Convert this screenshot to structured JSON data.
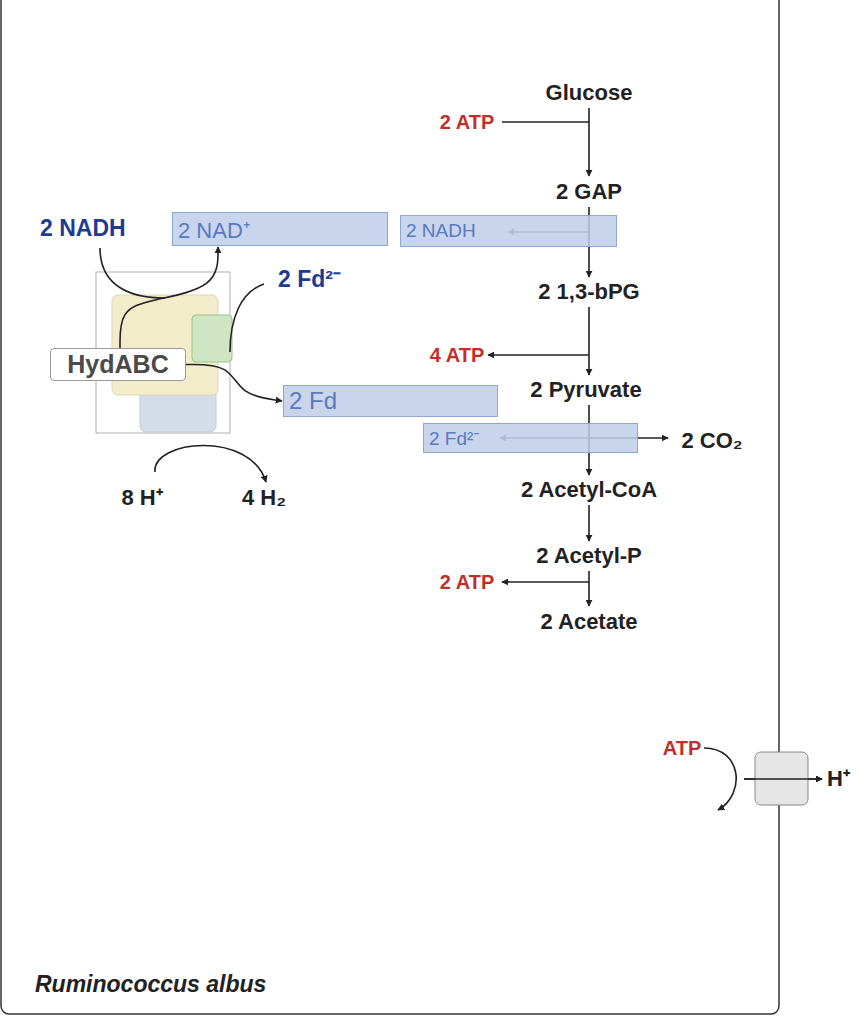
{
  "diagram": {
    "nodes": [
      {
        "text": [
          "2 NAD⁺"
        ]
      },
      {
        "text": [
          "2 NADH"
        ]
      },
      {
        "text": [
          "HydABC"
        ]
      },
      {
        "text": [
          "2 Fd"
        ]
      },
      {
        "text": [
          "2 Fd²⁻"
        ]
      }
    ],
    "edges": [
      {
        "from": 2,
        "to": 0,
        "arrow": "to"
      },
      {
        "from": 2,
        "to": 3,
        "arrow": "to"
      }
    ],
    "labels": [
      "2 NADH",
      "2 Fd²⁻",
      "8 H⁺",
      "4 H₂",
      "Glucose",
      "2 ATP",
      "2 GAP",
      "2 1,3-bPG",
      "4 ATP",
      "2 Pyruvate",
      "2 CO₂",
      "2 Acetyl-CoA",
      "2 Acetyl-P",
      "2 ATP",
      "2 Acetate",
      "ATP",
      "H⁺",
      "Ruminococcus albus"
    ]
  }
}
